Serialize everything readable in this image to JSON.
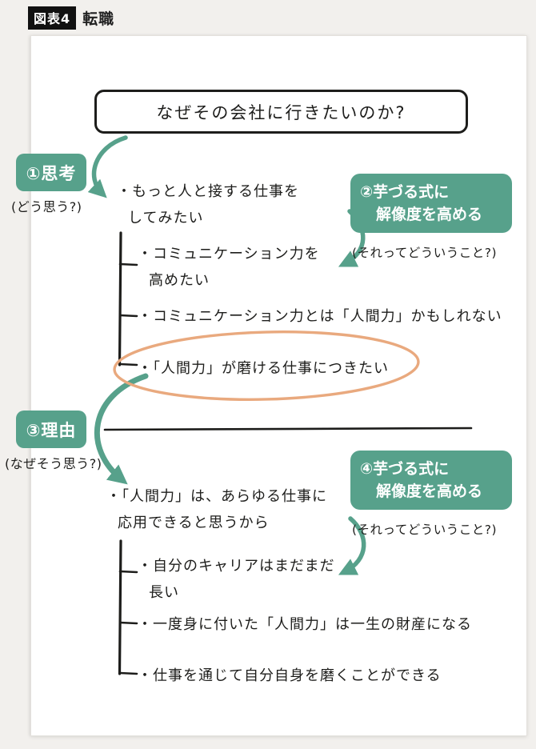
{
  "colors": {
    "accent_teal": "#57a18b",
    "accent_orange": "#e9a97e",
    "ink": "#1d1d1b",
    "page_bg": "#ffffff",
    "outer_bg": "#f2f0ed",
    "badge_black": "#111111"
  },
  "header": {
    "figure_badge": "図表4",
    "title": "転職"
  },
  "question_box": {
    "text": "なぜその会社に行きたいのか?"
  },
  "labels": {
    "step1": {
      "title": "①思考",
      "hint": "(どう思う?)"
    },
    "step2": {
      "title_line1": "②芋づる式に",
      "title_line2": "解像度を高める",
      "hint": "(それってどういうこと?)"
    },
    "step3": {
      "title": "③理由",
      "hint": "(なぜそう思う?)"
    },
    "step4": {
      "title_line1": "④芋づる式に",
      "title_line2": "解像度を高める",
      "hint": "(それってどういうこと?)"
    }
  },
  "thought": {
    "lead_line1": "・もっと人と接する仕事を",
    "lead_line2": "してみたい",
    "branch1_line1": "・コミュニケーション力を",
    "branch1_line2": "高めたい",
    "branch2": "・コミュニケーション力とは「人間力」かもしれない",
    "branch3": "・「人間力」が磨ける仕事につきたい"
  },
  "reason": {
    "lead_line1": "・「人間力」は、あらゆる仕事に",
    "lead_line2": "応用できると思うから",
    "branch1_line1": "・自分のキャリアはまだまだ",
    "branch1_line2": "長い",
    "branch2": "・一度身に付いた「人間力」は一生の財産になる",
    "branch3": "・仕事を通じて自分自身を磨くことができる"
  }
}
